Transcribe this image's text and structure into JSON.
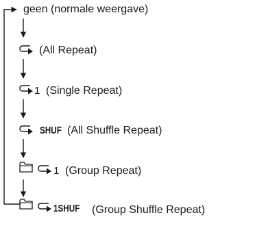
{
  "modes": [
    {
      "label": "geen (normale weergave)"
    },
    {
      "label": "(All Repeat)",
      "icons": [
        "repeat-icon"
      ]
    },
    {
      "label": "(Single Repeat)",
      "icons": [
        "repeat-icon"
      ],
      "suffix": "1"
    },
    {
      "label": "(All Shuffle Repeat)",
      "icons": [
        "repeat-icon"
      ],
      "indicator": "SHUF"
    },
    {
      "label": "(Group Repeat)",
      "icons": [
        "folder-icon",
        "repeat-icon"
      ],
      "suffix": "1"
    },
    {
      "label": "(Group Shuffle Repeat)",
      "icons": [
        "folder-icon",
        "repeat-icon"
      ],
      "indicator": "1SHUF"
    }
  ],
  "colors": {
    "ink": "#1a1a1a",
    "background": "#ffffff"
  }
}
